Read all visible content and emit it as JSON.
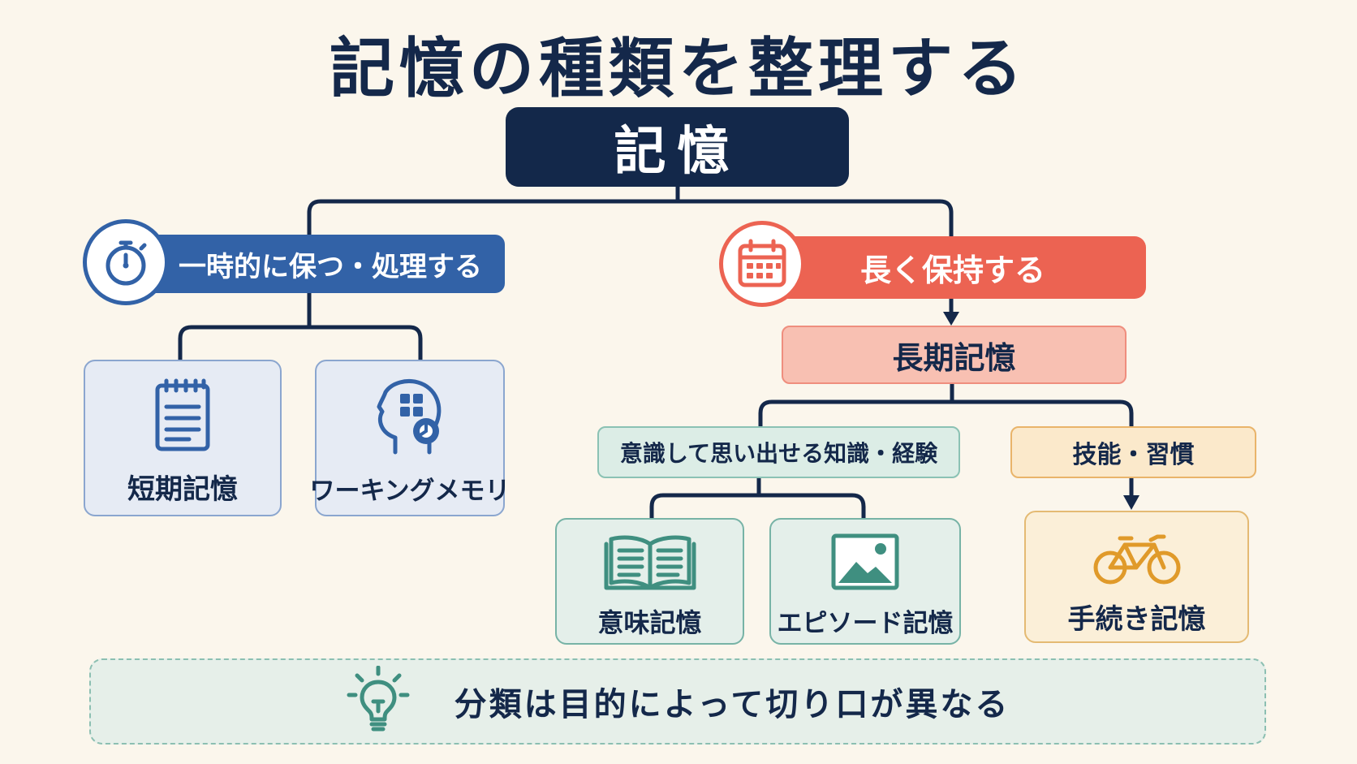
{
  "title": "記憶の種類を整理する",
  "root": "記憶",
  "colors": {
    "navy": "#13284a",
    "blue": "#3262a7",
    "red": "#ec6352",
    "teal": "#3f8f80",
    "orange": "#e09a2a"
  },
  "short_term_branch": {
    "label": "一時的に保つ・処理する",
    "icon": "stopwatch-icon",
    "children": [
      {
        "label": "短期記憶",
        "icon": "notepad-icon"
      },
      {
        "label": "ワーキングメモリ",
        "icon": "head-gears-icon"
      }
    ]
  },
  "long_term_branch": {
    "label": "長く保持する",
    "icon": "calendar-icon",
    "node": "長期記憶",
    "declarative": {
      "label": "意識して思い出せる知識・経験",
      "children": [
        {
          "label": "意味記憶",
          "icon": "open-book-icon"
        },
        {
          "label": "エピソード記憶",
          "icon": "picture-icon"
        }
      ]
    },
    "procedural": {
      "label": "技能・習慣",
      "child": {
        "label": "手続き記憶",
        "icon": "bicycle-icon"
      }
    }
  },
  "note": {
    "text": "分類は目的によって切り口が異なる",
    "icon": "lightbulb-icon"
  }
}
